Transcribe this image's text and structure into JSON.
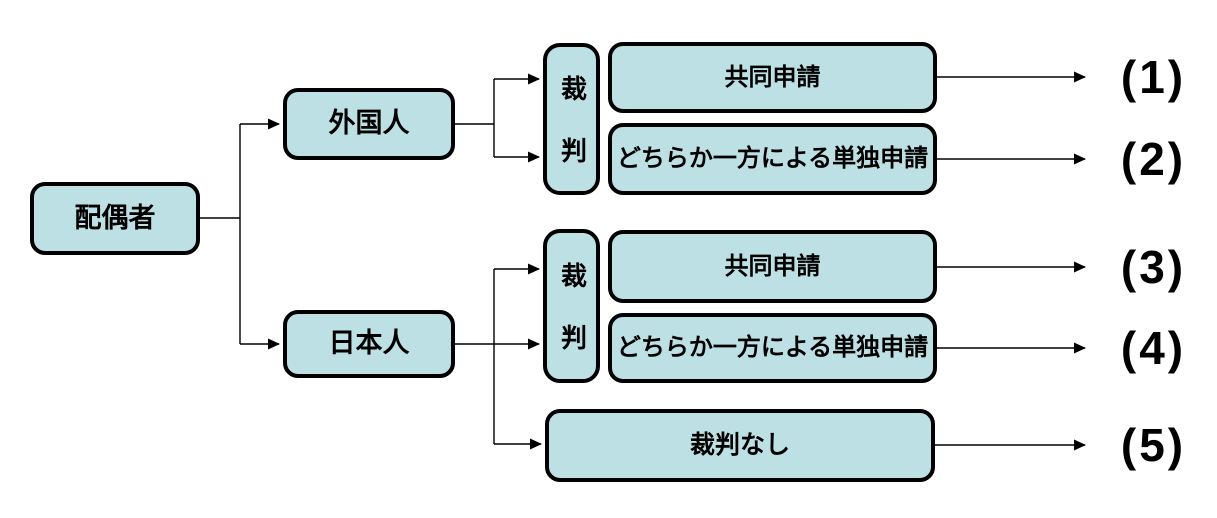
{
  "colors": {
    "background": "#ffffff",
    "box_fill": "#bde0e5",
    "box_border": "#000000",
    "line": "#000000",
    "text": "#000000"
  },
  "nodes": {
    "spouse": {
      "label": "配偶者"
    },
    "foreigner": {
      "label": "外国人"
    },
    "japanese": {
      "label": "日本人"
    },
    "trial_foreigner": {
      "label": "裁判"
    },
    "joint_foreigner": {
      "label": "共同申請"
    },
    "single_foreigner": {
      "label": "どちらか一方による単独申請"
    },
    "trial_japanese": {
      "label": "裁判"
    },
    "joint_japanese": {
      "label": "共同申請"
    },
    "single_japanese": {
      "label": "どちらか一方による単独申請"
    },
    "no_trial": {
      "label": "裁判なし"
    }
  },
  "outcomes": {
    "o1": {
      "label": "(1)"
    },
    "o2": {
      "label": "(2)"
    },
    "o3": {
      "label": "(3)"
    },
    "o4": {
      "label": "(4)"
    },
    "o5": {
      "label": "(5)"
    }
  }
}
